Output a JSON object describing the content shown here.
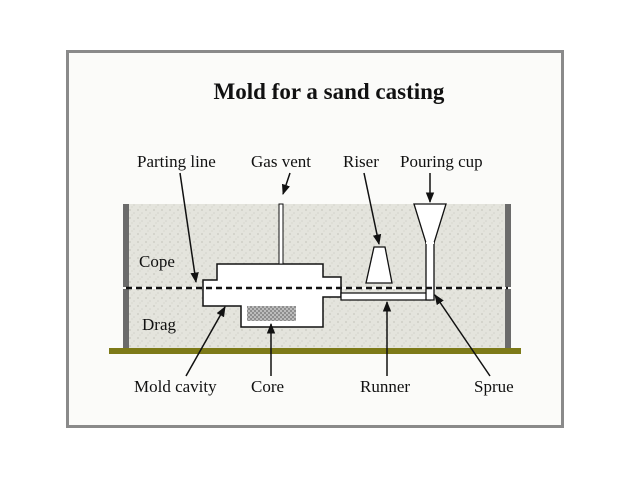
{
  "diagram": {
    "title": "Mold for a sand casting",
    "labels": {
      "parting_line": "Parting line",
      "gas_vent": "Gas vent",
      "riser": "Riser",
      "pouring_cup": "Pouring cup",
      "cope": "Cope",
      "drag": "Drag",
      "mold_cavity": "Mold cavity",
      "core": "Core",
      "runner": "Runner",
      "sprue": "Sprue"
    },
    "colors": {
      "sand": "#e3e3dc",
      "flask": "#6b6b6b",
      "base": "#7d7a18",
      "frame": "#8a8a8a"
    }
  }
}
